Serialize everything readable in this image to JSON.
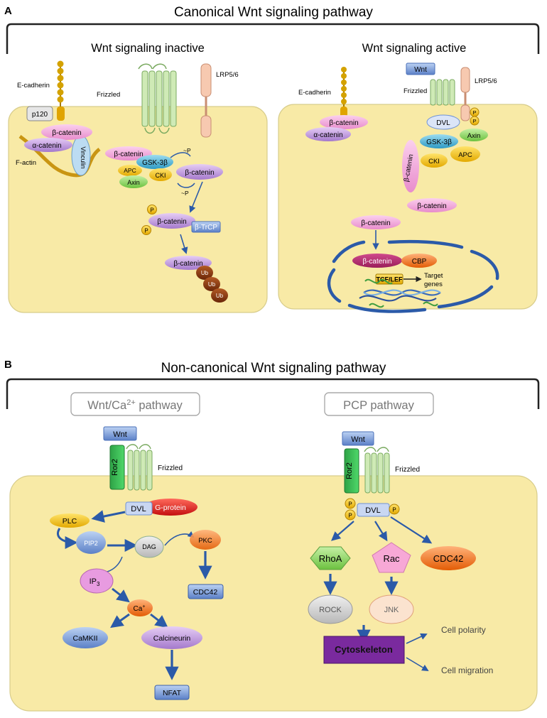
{
  "panel_a": {
    "letter": "A",
    "title": "Canonical Wnt signaling pathway",
    "inactive": {
      "heading": "Wnt signaling inactive",
      "labels": {
        "ecadherin": "E-cadherin",
        "p120": "p120",
        "bcatenin_adh": "β-catenin",
        "acatenin": "α-catenin",
        "vinculin": "Vinculin",
        "factin": "F-actin",
        "frizzled": "Frizzled",
        "lrp": "LRP5/6",
        "bcat_1": "β-catenin",
        "gsk": "GSK-3β",
        "apc": "APC",
        "cki": "CKI",
        "bcat_2": "β-catenin",
        "axin": "Axin",
        "p_tag1": "~P",
        "p_tag2": "~P",
        "p1": "P",
        "p2": "P",
        "bcat_3": "β-catenin",
        "btrcp": "β-TrCP",
        "bcat_4": "β-catenin",
        "ub1": "Ub",
        "ub2": "Ub",
        "ub3": "Ub"
      }
    },
    "active": {
      "heading": "Wnt signaling active",
      "labels": {
        "wnt": "Wnt",
        "ecadherin": "E-cadherin",
        "frizzled": "Frizzled",
        "lrp": "LRP5/6",
        "bcat_adh": "β-catenin",
        "acat": "α-catenin",
        "dvl": "DVL",
        "p1": "P",
        "p2": "P",
        "gsk": "GSK-3β",
        "axin": "Axin",
        "bcat_vert": "β-catenin",
        "apc": "APC",
        "cki": "CKI",
        "bcat_free1": "β-catenin",
        "bcat_free2": "β-catenin",
        "bcat_nuc": "β-catenin",
        "cbp": "CBP",
        "tcf": "TCF/LEF",
        "target": "Target",
        "genes": "genes"
      }
    }
  },
  "panel_b": {
    "letter": "B",
    "title": "Non-canonical Wnt signaling pathway",
    "ca": {
      "heading_prefix": "Wnt/Ca",
      "heading_sup": "2+",
      "heading_suffix": " pathway",
      "labels": {
        "wnt": "Wnt",
        "ror2": "Ror2",
        "frizzled": "Frizzled",
        "gprotein": "G-protein",
        "dvl": "DVL",
        "plc": "PLC",
        "pip2": "PIP2",
        "dag": "DAG",
        "pkc": "PKC",
        "ip3": "IP",
        "ip3_sub": "3",
        "cdc42": "CDC42",
        "ca": "Ca",
        "ca_sup": "+",
        "camkii": "CaMKII",
        "calcineurin": "Calcineurin",
        "nfat": "NFAT"
      }
    },
    "pcp": {
      "heading": "PCP pathway",
      "labels": {
        "wnt": "Wnt",
        "ror2": "Ror2",
        "frizzled": "Frizzled",
        "p1": "P",
        "p2": "P",
        "p3": "P",
        "dvl": "DVL",
        "rhoa": "RhoA",
        "rac": "Rac",
        "cdc42": "CDC42",
        "rock": "ROCK",
        "jnk": "JNK",
        "cytoskeleton": "Cytoskeleton",
        "polarity": "Cell polarity",
        "migration": "Cell migration"
      }
    }
  },
  "colors": {
    "cell": "#f8eaa6",
    "bcatenin": "#f4a8d8",
    "acatenin": "#c8a0e0",
    "gsk": "#4fb6d8",
    "apc": "#f5c400",
    "axin": "#8fd86a",
    "dvl": "#c9d7f2",
    "ub": "#8a3a12",
    "box_blue": "#6f93d6",
    "ror2": "#32b34a",
    "gprotein": "#e0201c",
    "cdc42_orange": "#f26b12",
    "cytoskeleton": "#7a2a9e",
    "arrow": "#2b5aa8"
  }
}
